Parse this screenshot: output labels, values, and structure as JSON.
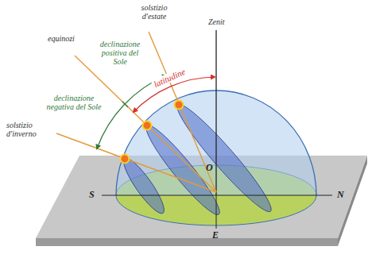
{
  "diagram": {
    "labels": [
      "solstizio d'estate",
      "Zenit",
      "equinozi",
      "declinazione positiva del Sole",
      "declinazione negativa del Sole",
      "latitudine",
      "solstizio d'inverno",
      "O",
      "S",
      "N",
      "E"
    ]
  }
}
